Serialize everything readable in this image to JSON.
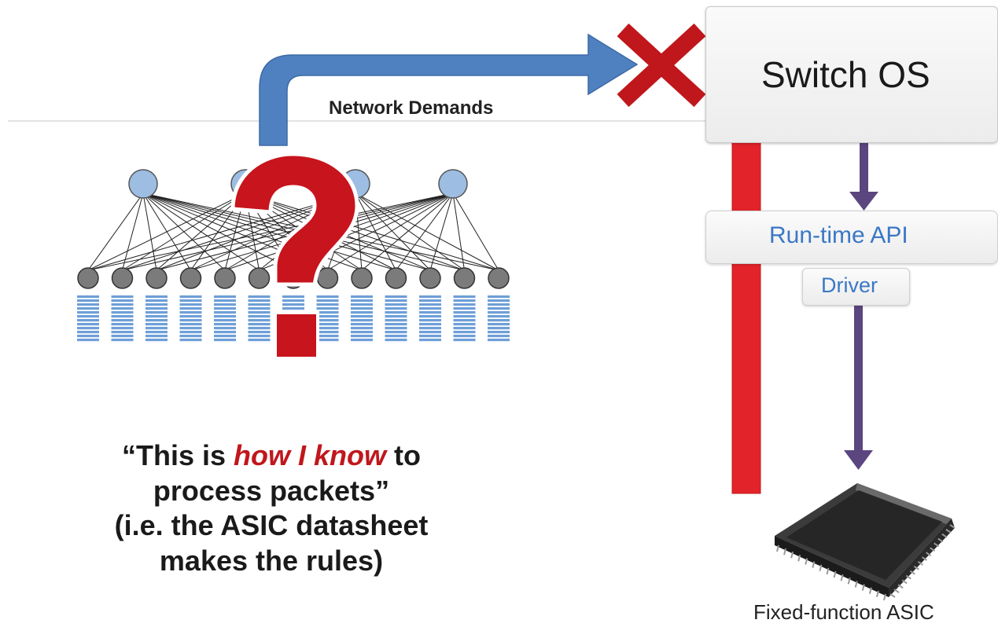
{
  "top_arrow": {
    "label": "Network Demands"
  },
  "switch_os": {
    "label": "Switch OS"
  },
  "runtime_api": {
    "label": "Run-time API"
  },
  "driver": {
    "label": "Driver"
  },
  "asic": {
    "label": "Fixed-function ASIC"
  },
  "quote": {
    "line1_prefix": "“This is ",
    "line1_emphasis": "how I know",
    "line1_suffix": " to",
    "line2": "process packets”",
    "line3": "(i.e. the ASIC datasheet",
    "line4": "makes the rules)"
  },
  "neural_net": {
    "top_nodes": 4,
    "bottom_nodes": 13,
    "question_mark": "?"
  },
  "colors": {
    "blue_arrow": "#4f80c0",
    "red_arrow": "#e3232a",
    "purple_arrow": "#5b467f",
    "x_mark": "#c0171c",
    "question_mark": "#c8141c",
    "top_node": "#9dbde3",
    "bottom_node": "#7b7b7b",
    "bars": "#6e9fd8"
  }
}
